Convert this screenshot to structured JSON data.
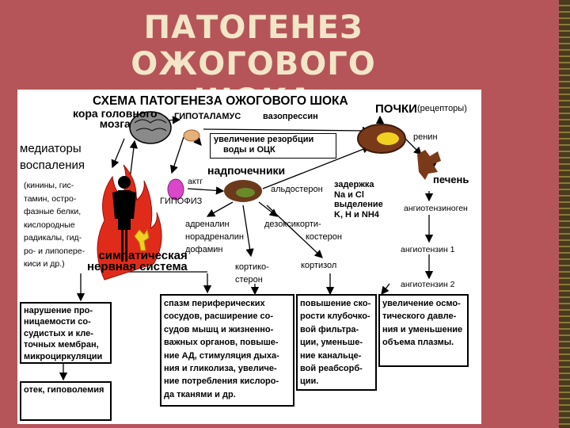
{
  "slide_title": [
    "ПАТОГЕНЕЗ ОЖОГОВОГО",
    "ШОКА"
  ],
  "scheme": {
    "heading": "СХЕМА ПАТОГЕНЕЗА ОЖОГОВОГО ШОКА",
    "cortex": [
      "кора головного",
      "мозга"
    ],
    "hypothalamus": "ГИПОТАЛАМУС",
    "vasopressin": "вазопрессин",
    "kidneys": "ПОЧКИ",
    "receptors": "(рецепторы)",
    "renin": "ренин",
    "liver": "печень",
    "reabsorption": [
      "увеличение резорбции",
      "воды и ОЦК"
    ],
    "adrenals": "надпочечники",
    "mediators": [
      "медиаторы",
      "воспаления"
    ],
    "mediators_list": [
      "(кинины, гис-",
      "тамин, остро-",
      "фазные белки,",
      "кислородные",
      "радикалы, гид-",
      "ро- и липопере-",
      "киси и др.)"
    ],
    "acth": "актг",
    "hypophysis": "ГИПОФИЗ",
    "aldosterone": "альдостерон",
    "retention": [
      "задержка",
      "Na и Cl",
      "выделение",
      "K, H и NH4"
    ],
    "angiotensinogen": "ангиотензиноген",
    "adrenaline": [
      "адреналин",
      "норадреналин",
      "дофамин"
    ],
    "deoxycorticosterone": [
      "дезоксикорти-",
      "костерон"
    ],
    "corticosterone": [
      "кортико-",
      "стерон"
    ],
    "cortisol": "кортизол",
    "angiotensin1": "ангиотензин 1",
    "angiotensin2": "ангиотензин 2",
    "sympathetic": [
      "симпатическая",
      "нервная система"
    ],
    "box_permeability": [
      "нарушение про-",
      "ницаемости со-",
      "судистых и кле-",
      "точных мембран,",
      "микроциркуляции"
    ],
    "box_edema": "отек, гиповолемия",
    "box_spasm": [
      "спазм периферических",
      "сосудов, расширение со-",
      "судов мышц и жизненно-",
      "важных органов, повыше-",
      "ние АД, стимуляция дыха-",
      "ния и гликолиза, увеличе-",
      "ние потребления кислоро-",
      "да тканями и др."
    ],
    "box_filtration": [
      "повышение ско-",
      "рости клубочко-",
      "вой фильтра-",
      "ции, уменьше-",
      "ние канальце-",
      "вой реабсорб-",
      "ции."
    ],
    "box_osmotic": [
      "увеличение осмо-",
      "тического давле-",
      "ния и уменьшение",
      "объема плазмы."
    ]
  },
  "colors": {
    "slide_background": "#b5555a",
    "title": "#f3e6c8",
    "panel": "#ffffff",
    "fire": "#e02b1a",
    "organ_brown": "#6b3a1c"
  }
}
